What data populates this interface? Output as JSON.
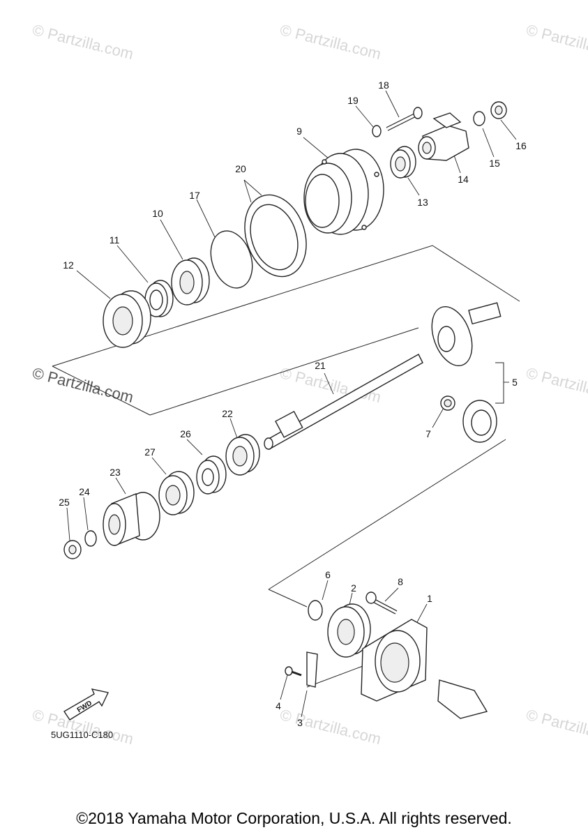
{
  "watermark_text": "© Partzilla.com",
  "diagram_code": "5UG1110-C180",
  "fwd_label": "FWD",
  "copyright": "©2018 Yamaha Motor Corporation, U.S.A. All rights reserved.",
  "callouts": [
    "1",
    "2",
    "3",
    "4",
    "5",
    "6",
    "7",
    "8",
    "9",
    "10",
    "11",
    "12",
    "13",
    "14",
    "15",
    "16",
    "17",
    "18",
    "19",
    "20",
    "21",
    "22",
    "23",
    "24",
    "25",
    "26",
    "27"
  ]
}
